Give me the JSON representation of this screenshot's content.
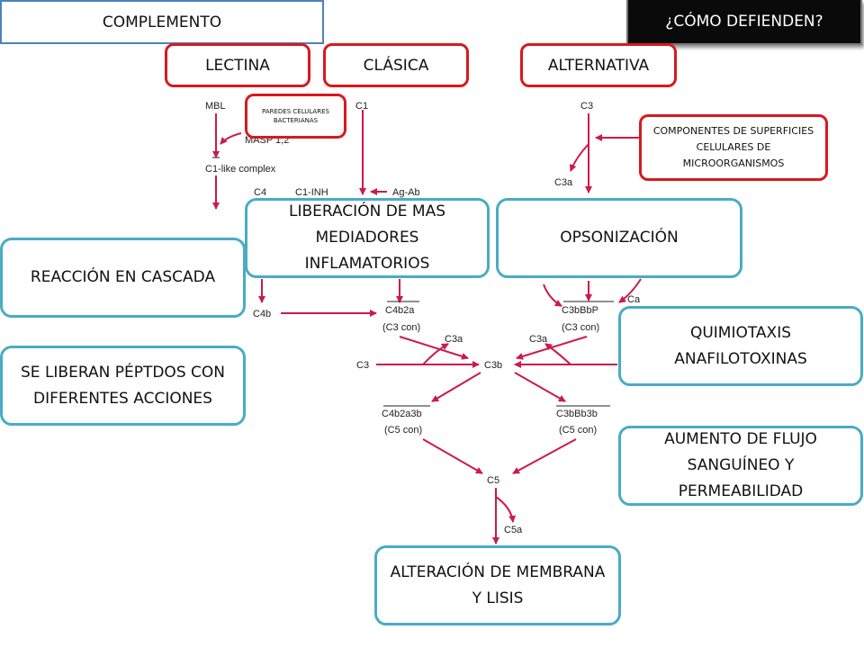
{
  "header": {
    "title": "COMPLEMENTO",
    "question": "¿CÓMO DEFIENDEN?"
  },
  "pathways": {
    "lectina": "LECTINA",
    "clasica": "CLÁSICA",
    "alternativa": "ALTERNATIVA"
  },
  "notes": {
    "paredes": "PAREDES CELULARES BACTERIANAS",
    "componentes": "COMPONENTES DE SUPERFICIES CELULARES DE MICROORGANISMOS"
  },
  "functions": {
    "liberacion": "LIBERACIÓN DE MAS MEDIADORES INFLAMATORIOS",
    "opsonizacion": "OPSONIZACIÓN",
    "cascada": "REACCIÓN EN CASCADA",
    "peptidos": "SE LIBERAN PÉPTDOS CON DIFERENTES ACCIONES",
    "quimiotaxis": "QUIMIOTAXIS ANAFILOTOXINAS",
    "flujo": "AUMENTO DE FLUJO SANGUÍNEO Y PERMEABILIDAD",
    "lisis": "ALTERACIÓN DE MEMBRANA Y LISIS"
  },
  "figure_labels": {
    "mbl": "MBL",
    "masp": "MASP 1,2",
    "c1_like": "C1-like complex",
    "c4": "C4",
    "c1_inh": "C1-INH",
    "ag_ab": "Ag-Ab",
    "c1": "C1",
    "c3_top": "C3",
    "c3a_top": "C3a",
    "c4b": "C4b",
    "c4b2a": "C4b2a",
    "c3con_left": "(C3 con)",
    "c3bbbp": "C3bBbP",
    "c3con_right": "(C3 con)",
    "ca": "Ca",
    "c3a_mid_left": "C3a",
    "c3a_mid_right": "C3a",
    "c3_mid": "C3",
    "c3b": "C3b",
    "c4b2a3b": "C4b2a3b",
    "c5con_left": "(C5 con)",
    "c3bbb3b": "C3bBb3b",
    "c5con_right": "(C5 con)",
    "c5": "C5",
    "c5a": "C5a"
  },
  "colors": {
    "arrow": "#cc1a4a",
    "pathway_border": "#d7191f",
    "function_border": "#4aabc6",
    "title_border": "#4f81bd"
  }
}
